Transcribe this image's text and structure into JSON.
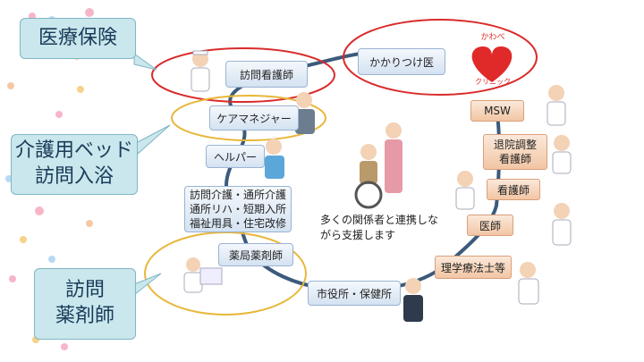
{
  "callouts": {
    "insurance": "医療保険",
    "bed_bath": [
      "介護用ベッド",
      "訪問入浴"
    ],
    "pharmacist": [
      "訪問",
      "薬剤師"
    ]
  },
  "left_nodes": {
    "visiting_nurse": "訪問看護師",
    "care_manager": "ケアマネジャー",
    "helper": "ヘルパー",
    "services": [
      "訪問介護・通所介護",
      "通所リハ・短期入所",
      "福祉用具・住宅改修"
    ],
    "pharmacy": "薬局薬剤師",
    "city_office": "市役所・保健所"
  },
  "top_node": "かかりつけ医",
  "clinic_logo": {
    "top": "かわべ",
    "bottom": "クリニック"
  },
  "right_nodes": {
    "msw": "MSW",
    "discharge": [
      "退院調整",
      "看護師"
    ],
    "nurse": "看護師",
    "doctor": "医師",
    "therapist": "理学療法士等"
  },
  "center_note": [
    "多くの関係者と連携しな",
    "がら支援します"
  ],
  "colors": {
    "path": "#3c5a7c",
    "red_ring": "#d92b2b",
    "gold_ring": "#e8b73a",
    "callout_bg": "#c9e7ec"
  }
}
